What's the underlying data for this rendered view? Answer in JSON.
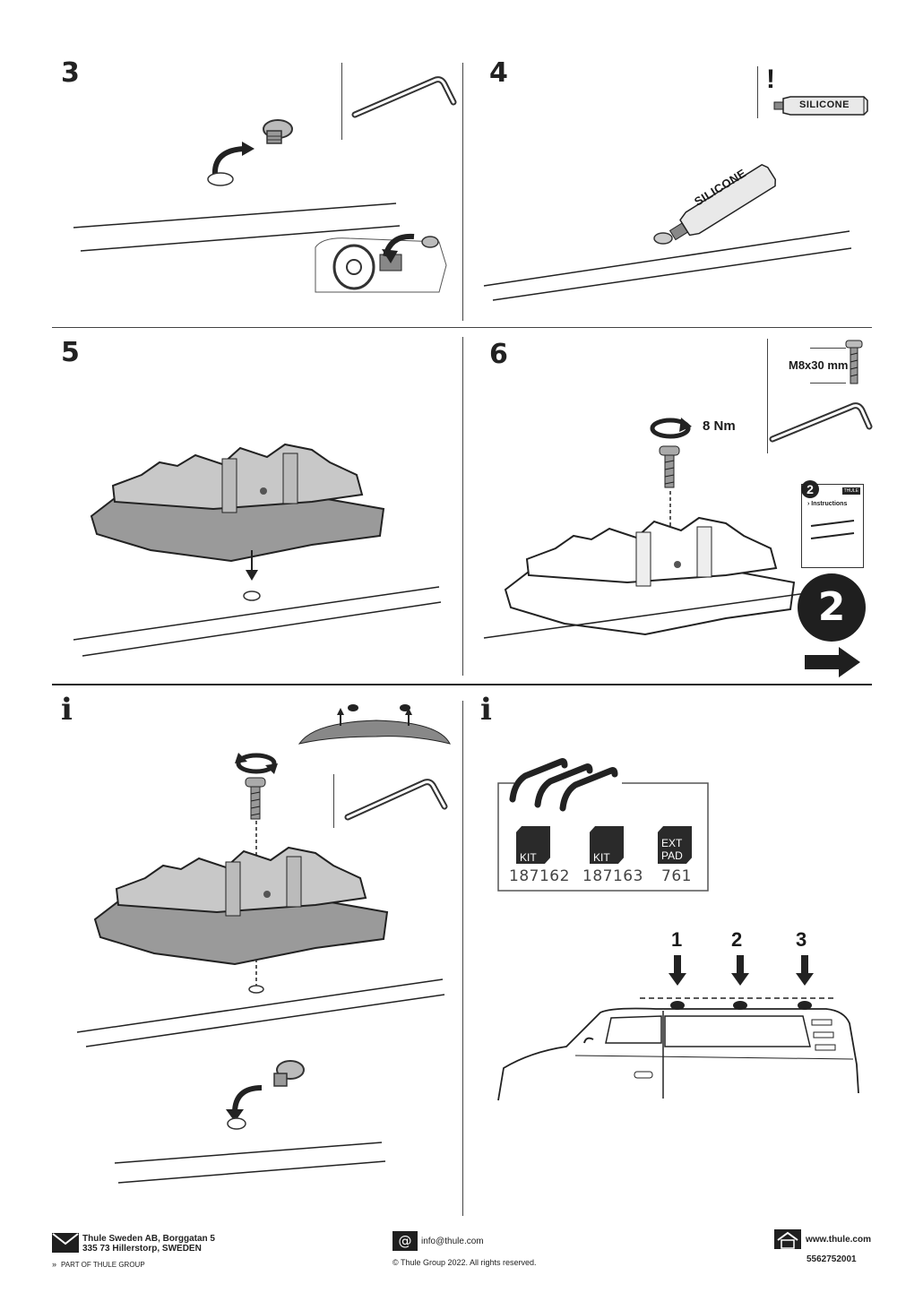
{
  "steps": {
    "s3": "3",
    "s4": "4",
    "s5": "5",
    "s6": "6",
    "info_a": "i",
    "info_b": "i"
  },
  "step4": {
    "warning": "!",
    "tube_label": "SILICONE",
    "tube_label_large": "SILICONE"
  },
  "step6": {
    "bolt_size": "M8x30 mm",
    "torque": "8 Nm",
    "next_booklet_number": "2",
    "booklet_badge": "2",
    "booklet_title": "› Instructions",
    "booklet_brand": "THULE"
  },
  "parts": {
    "kits": [
      {
        "top": "KIT",
        "code": "187162"
      },
      {
        "top": "KIT",
        "code": "187163"
      },
      {
        "top": "EXT\nPAD",
        "code": "761"
      }
    ],
    "ext_line1": "EXT",
    "ext_line2": "PAD"
  },
  "positions": [
    "1",
    "2",
    "3"
  ],
  "footer": {
    "company_line1": "Thule Sweden AB, Borggatan 5",
    "company_line2": "335 73 Hillerstorp, SWEDEN",
    "group": "PART OF THULE GROUP",
    "email": "info@thule.com",
    "copyright": "© Thule Group 2022. All rights reserved.",
    "web": "www.thule.com",
    "doc_number": "5562752001"
  },
  "icons": [
    "hex-key-icon",
    "silicone-tube-icon",
    "bolt-icon",
    "rotate-icon",
    "envelope-icon",
    "at-icon",
    "house-icon",
    "arrow-right-icon"
  ]
}
